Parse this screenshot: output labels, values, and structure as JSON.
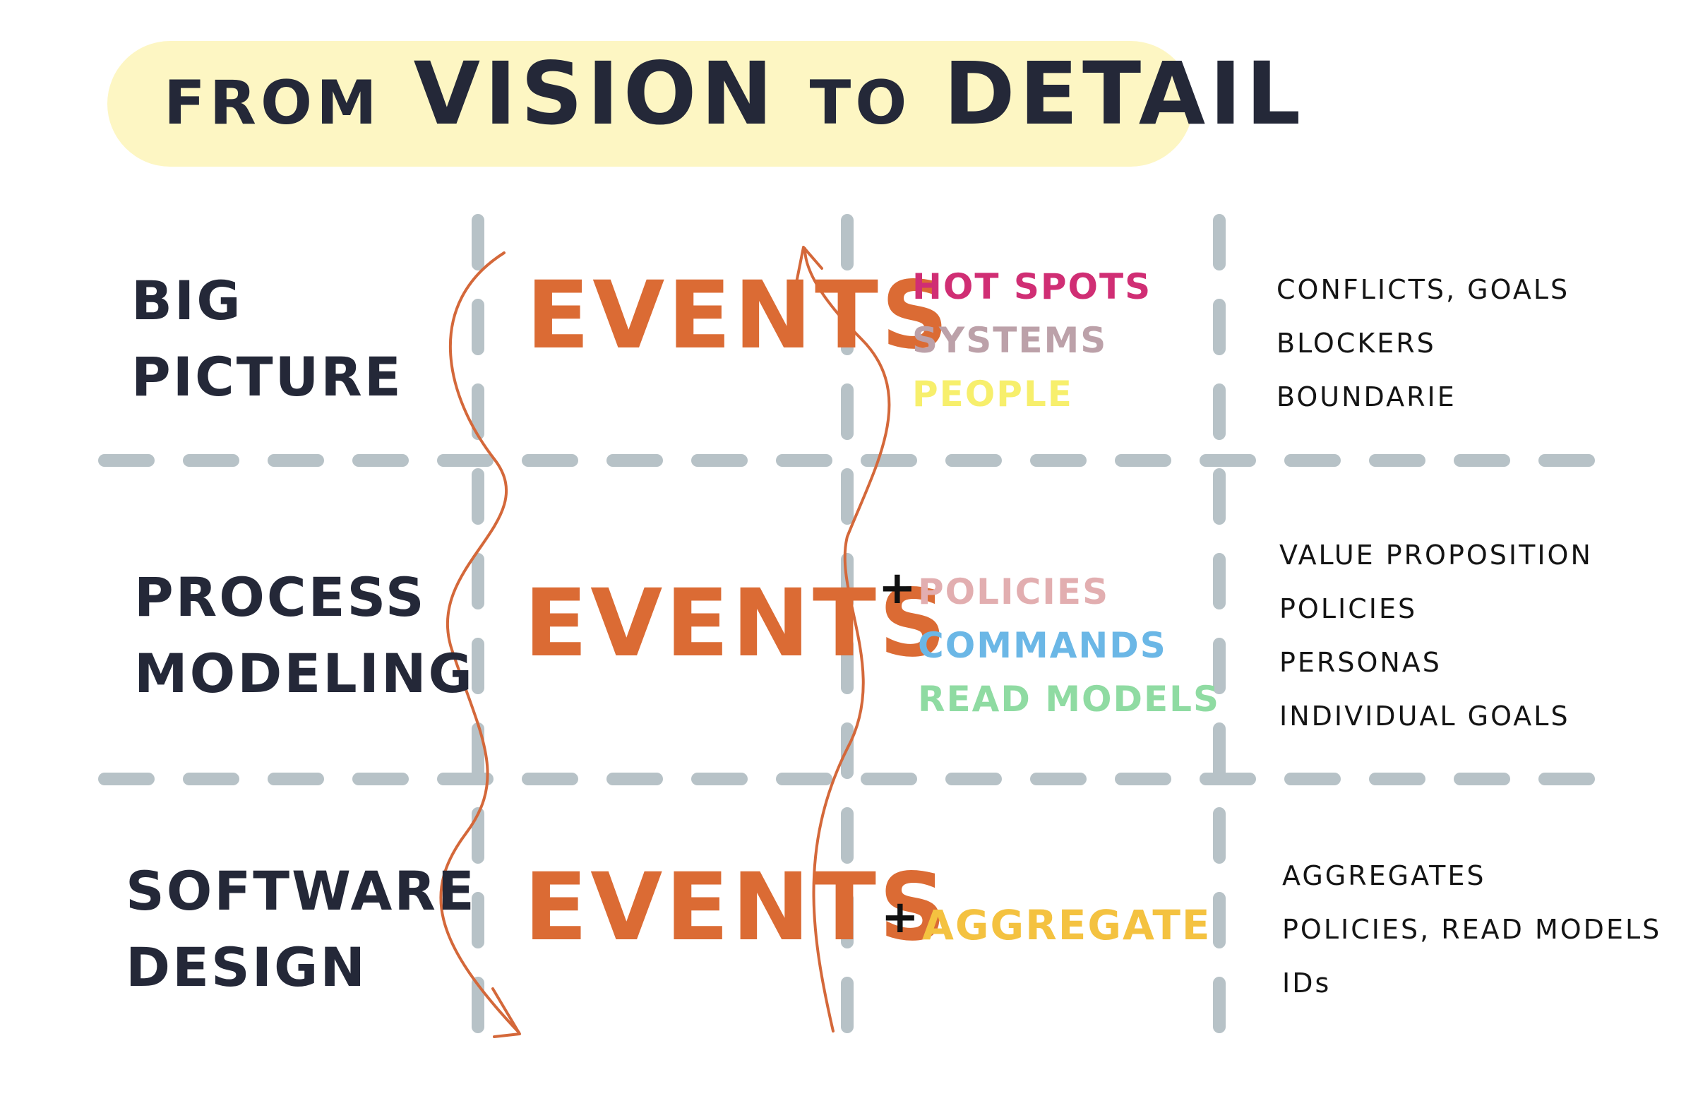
{
  "title": {
    "word1": "FROM",
    "word2": "VISION",
    "word3": "TO",
    "word4": "DETAIL"
  },
  "rows": [
    {
      "label_line1": "BIG",
      "label_line2": "PICTURE",
      "events": "EVENTS",
      "plus": "",
      "middle": [
        {
          "text": "HOT SPOTS",
          "color": "#d02e74"
        },
        {
          "text": "SYSTEMS",
          "color": "#bca1a9"
        },
        {
          "text": "PEOPLE",
          "color": "#f7ef6c"
        }
      ],
      "right": [
        "CONFLICTS, GOALS",
        "BLOCKERS",
        "BOUNDARIE"
      ]
    },
    {
      "label_line1": "PROCESS",
      "label_line2": "MODELING",
      "events": "EVENTS",
      "plus": "+",
      "middle": [
        {
          "text": "POLICIES",
          "color": "#e2aeb0"
        },
        {
          "text": "COMMANDS",
          "color": "#6bb7e6"
        },
        {
          "text": "READ MODELS",
          "color": "#8fdba2"
        }
      ],
      "right": [
        "VALUE PROPOSITION",
        "POLICIES",
        "PERSONAS",
        "INDIVIDUAL GOALS"
      ]
    },
    {
      "label_line1": "SOFTWARE",
      "label_line2": "DESIGN",
      "events": "EVENTS",
      "plus": "+",
      "middle": [
        {
          "text": "AGGREGATE",
          "color": "#f4c240"
        }
      ],
      "right": [
        "AGGREGATES",
        "POLICIES, READ MODELS",
        "IDs"
      ]
    }
  ],
  "colors": {
    "grid": "#b7c2c7",
    "title_band": "#fdf6c3",
    "ink": "#242838",
    "events": "#db6b34",
    "arrow": "#d4683a"
  }
}
